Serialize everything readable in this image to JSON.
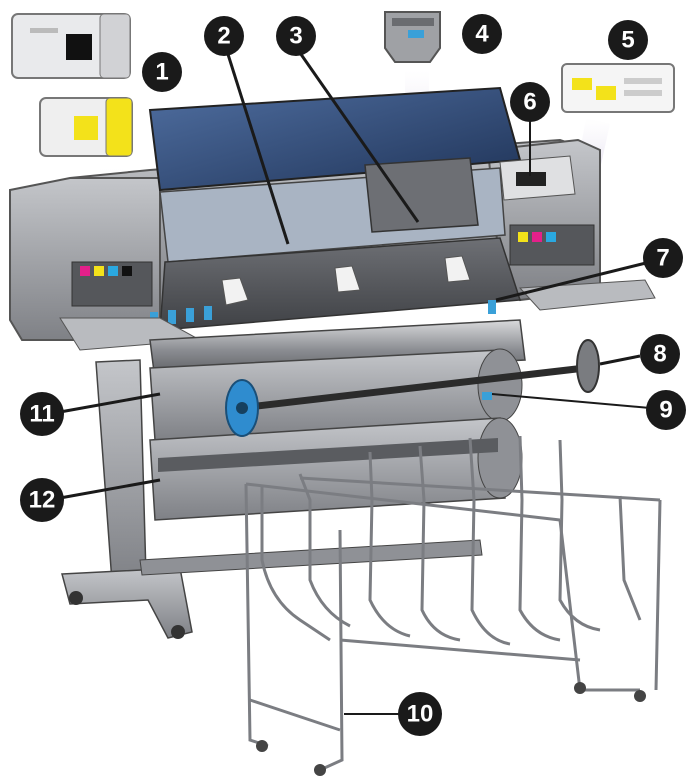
{
  "callouts": [
    {
      "id": "1",
      "label": "1"
    },
    {
      "id": "2",
      "label": "2"
    },
    {
      "id": "3",
      "label": "3"
    },
    {
      "id": "4",
      "label": "4"
    },
    {
      "id": "5",
      "label": "5"
    },
    {
      "id": "6",
      "label": "6"
    },
    {
      "id": "7",
      "label": "7"
    },
    {
      "id": "8",
      "label": "8"
    },
    {
      "id": "9",
      "label": "9"
    },
    {
      "id": "10",
      "label": "10"
    },
    {
      "id": "11",
      "label": "11"
    },
    {
      "id": "12",
      "label": "12"
    }
  ],
  "colors": {
    "callout_fill": "#1a1a1a",
    "printer_body": "#9a9ca0",
    "printer_dark": "#5f6166",
    "window_blue": "#3c5a8a",
    "accent_blue": "#3aa0d8",
    "ink_yellow": "#f3e21a",
    "arrow_purple": "#8c6fb8",
    "basket_wire": "#7b7d82"
  },
  "icons": [
    "ink-cartridge",
    "printhead",
    "printhead-cleaner",
    "roll-spindle-hub"
  ]
}
